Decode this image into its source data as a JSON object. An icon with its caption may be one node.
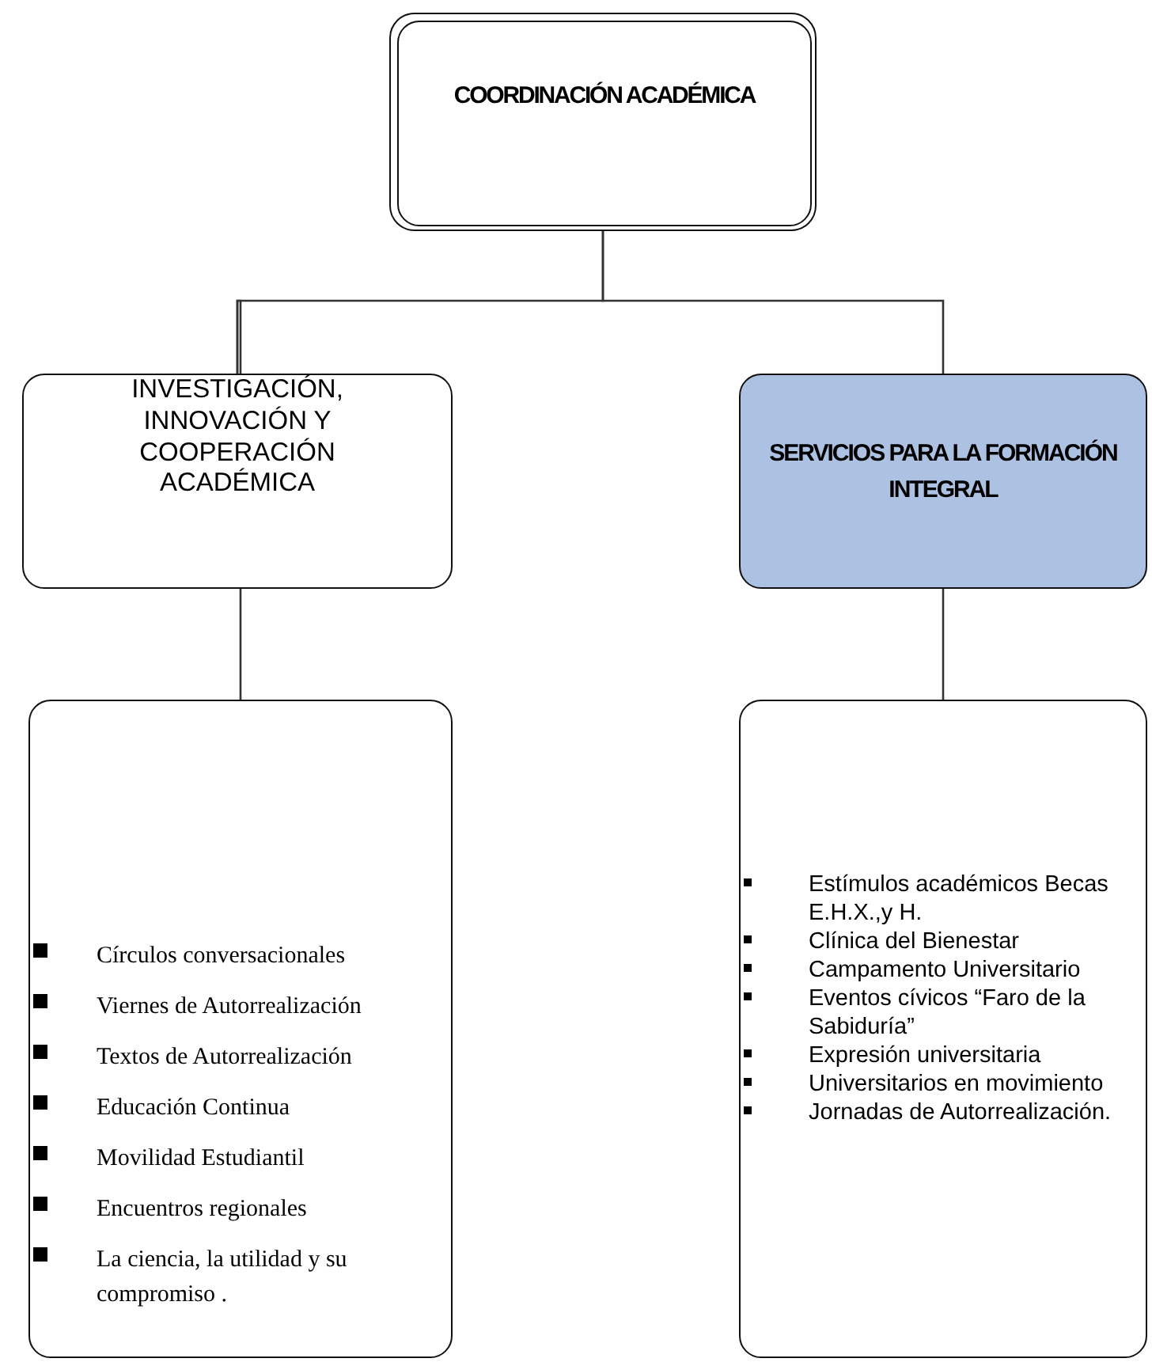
{
  "diagram": {
    "nodes": [
      {
        "text": [
          "COORDINACIÓN ACADÉMICA"
        ]
      },
      {
        "text": [
          "INVESTIGACIÓN, INNOVACIÓN Y COOPERACIÓN ACADÉMICA"
        ]
      },
      {
        "text": [
          "SERVICIOS PARA LA FORMACIÓN INTEGRAL"
        ]
      },
      {
        "text": [
          "Círculos conversacionales",
          "Viernes de Autorrealización",
          "Textos de Autorrealización",
          "Educación Continua",
          "Movilidad Estudiantil",
          "Encuentros regionales",
          "La ciencia, la utilidad y su compromiso ."
        ]
      },
      {
        "text": [
          "Estímulos académicos Becas E.H.X.,y  H.",
          "Clínica del Bienestar",
          "Campamento Universitario",
          "Eventos cívicos “Faro de la Sabiduría”",
          "Expresión universitaria",
          "Universitarios en movimiento",
          "Jornadas de Autorrealización."
        ]
      }
    ],
    "edges": [
      {
        "from": 0,
        "to": 1,
        "arrow": "none"
      },
      {
        "from": 0,
        "to": 2,
        "arrow": "none"
      },
      {
        "from": 1,
        "to": 3,
        "arrow": "none"
      },
      {
        "from": 2,
        "to": 4,
        "arrow": "none"
      }
    ]
  }
}
